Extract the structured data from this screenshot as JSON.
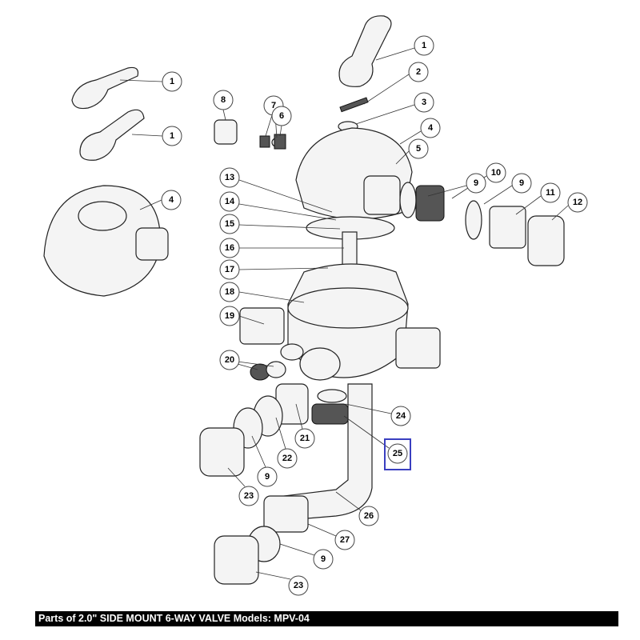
{
  "caption": "Parts of 2.0\" SIDE MOUNT 6-WAY VALVE Models: MPV-04",
  "highlighted_part": "25",
  "highlight_color": "#3a3fc0",
  "callouts": [
    "1",
    "2",
    "3",
    "4",
    "5",
    "9",
    "10",
    "9",
    "11",
    "12",
    "8",
    "7",
    "6",
    "13",
    "14",
    "15",
    "16",
    "17",
    "18",
    "19",
    "20",
    "21",
    "22",
    "9",
    "23",
    "24",
    "25",
    "26",
    "27",
    "9",
    "23",
    "1",
    "1",
    "4"
  ]
}
